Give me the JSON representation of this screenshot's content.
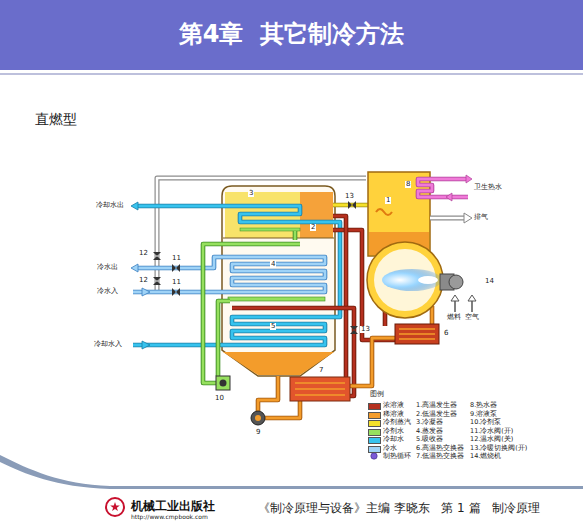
{
  "diagram": {
    "title": "第4章  其它制冷方法",
    "labels": [
      "直燃型",
      "8",
      "卫生热水",
      "冷却水出",
      "3",
      "13",
      "1",
      "2",
      "排气",
      "12",
      "11",
      "冷水出",
      "4",
      "12",
      "11",
      "冷水入",
      "14",
      "燃料",
      "空气",
      "13",
      "5",
      "6",
      "冷却水入",
      "7",
      "10",
      "9",
      "图例",
      "1.高温发生器",
      "2.低温发生器",
      "3.冷凝器",
      "4.蒸发器",
      "5.吸收器",
      "6.高温热交换器",
      "7.低温热交换器",
      "8.热水器",
      "9.溶液泵",
      "10.冷剂泵",
      "11.冷水阀(开)",
      "12.温水阀(关)",
      "13.冷暖切换阀(开)",
      "14.燃烧机",
      "机械工业出版社",
      "http://www.cmpbook.com",
      "《制冷原理与设备》主编 李晓东   第 1 篇   制冷原理"
    ],
    "legend": [
      {
        "text": "浓溶液",
        "color": "#b5301f"
      },
      {
        "text": "稀溶液",
        "color": "#f39c2b"
      },
      {
        "text": "冷剂蒸汽",
        "color": "#f5e12a"
      },
      {
        "text": "冷剂水",
        "color": "#96e05e"
      },
      {
        "text": "冷却水",
        "color": "#37c3ee"
      },
      {
        "text": "冷水",
        "color": "#9fd3f7"
      },
      {
        "text": "制热循环"
      }
    ]
  }
}
